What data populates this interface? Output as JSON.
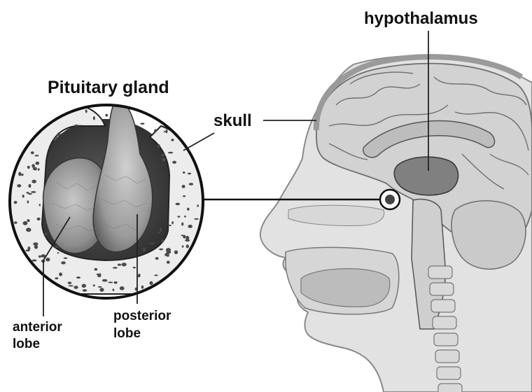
{
  "labels": {
    "pituitary_gland": "Pituitary gland",
    "skull": "skull",
    "hypothalamus": "hypothalamus",
    "anterior_line1": "anterior",
    "anterior_line2": "lobe",
    "posterior_line1": "posterior",
    "posterior_line2": "lobe"
  },
  "colors": {
    "brain_fill": "#d2d2d2",
    "brain_fold": "#6e6e6e",
    "head_fill": "#e2e2e2",
    "hypothalamus_fill": "#808080",
    "bone_fill": "#ececec",
    "bone_pore": "#4a4a4a",
    "lobe_fill": "#a9a9a9",
    "outline": "#222222"
  }
}
